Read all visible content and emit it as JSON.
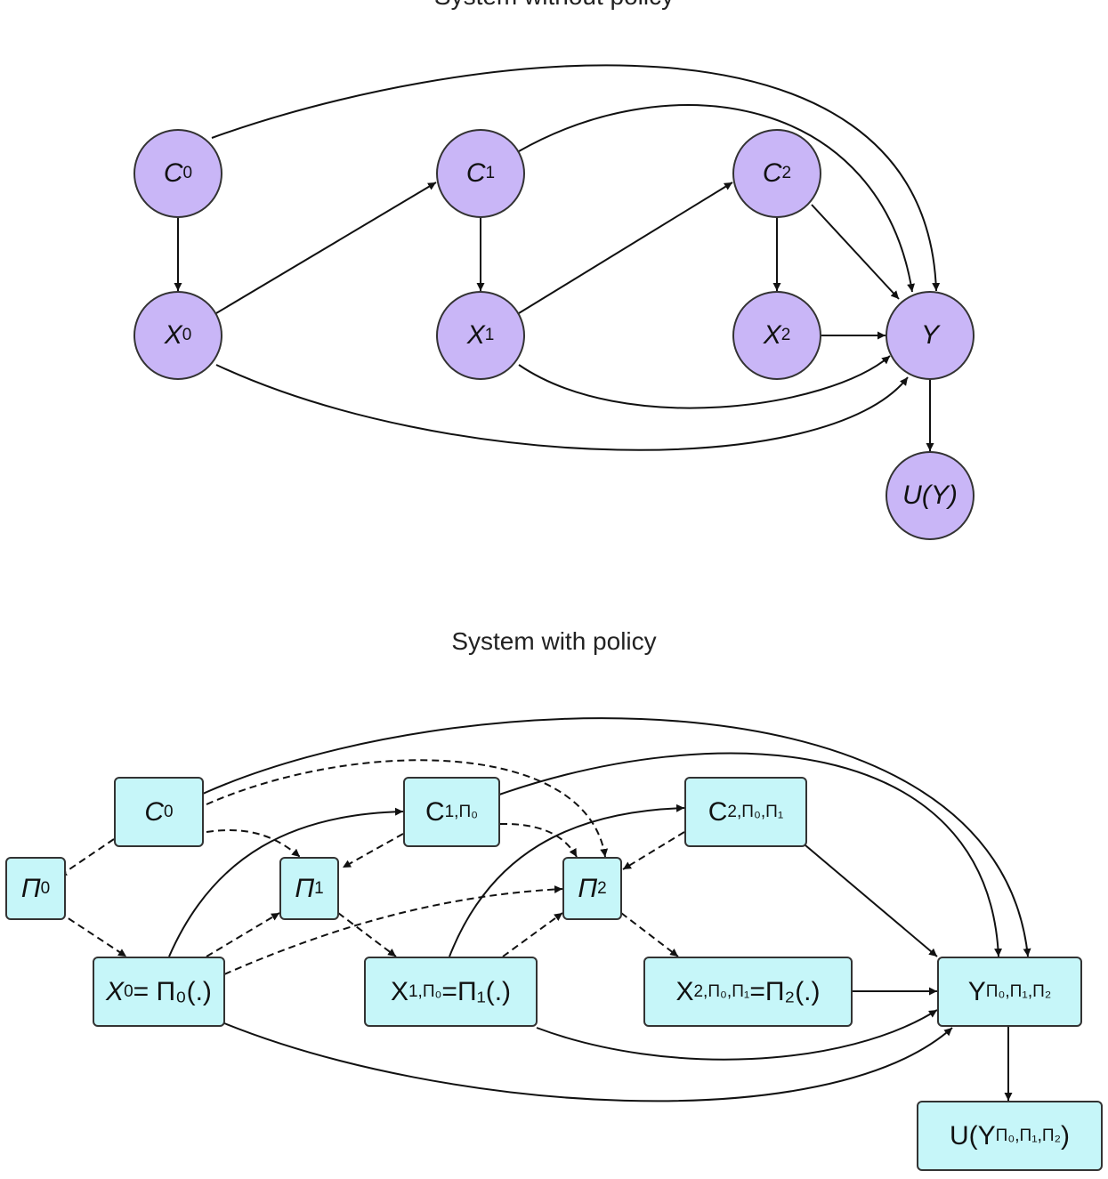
{
  "top_title": "System without policy",
  "bottom_title": "System with policy",
  "colors": {
    "top_node_fill": "#c9b6f7",
    "bottom_node_fill": "#c6f6f9",
    "edge": "#111111"
  },
  "top_nodes": {
    "c0": {
      "main": "C",
      "sub": "0"
    },
    "c1": {
      "main": "C",
      "sub": "1"
    },
    "c2": {
      "main": "C",
      "sub": "2"
    },
    "x0": {
      "main": "X",
      "sub": "0"
    },
    "x1": {
      "main": "X",
      "sub": "1"
    },
    "x2": {
      "main": "X",
      "sub": "2"
    },
    "y": {
      "main": "Y"
    },
    "u": {
      "main": "U(Y)"
    }
  },
  "bottom_nodes": {
    "c0": {
      "main": "C",
      "sub": "0"
    },
    "pi0": {
      "main": "Π",
      "sub": "0"
    },
    "pi1": {
      "main": "Π",
      "sub": "1"
    },
    "pi2": {
      "main": "Π",
      "sub": "2"
    },
    "x0": {
      "main": "X",
      "sub": "0",
      "rest": "= Π₀(.)"
    },
    "c1": {
      "main": "C",
      "sub": "1,Π₀"
    },
    "x1": {
      "main": "X",
      "sub": "1,Π₀",
      "rest": "=Π₁(.)"
    },
    "c2": {
      "main": "C",
      "sub": "2,Π₀,Π₁"
    },
    "x2": {
      "main": "X",
      "sub": "2,Π₀,Π₁",
      "rest": "=Π₂(.)"
    },
    "y": {
      "main": "Y",
      "sub": "Π₀,Π₁,Π₂"
    },
    "u": {
      "main": "U(Y",
      "sub": "Π₀,Π₁,Π₂",
      "rest": ")"
    }
  }
}
